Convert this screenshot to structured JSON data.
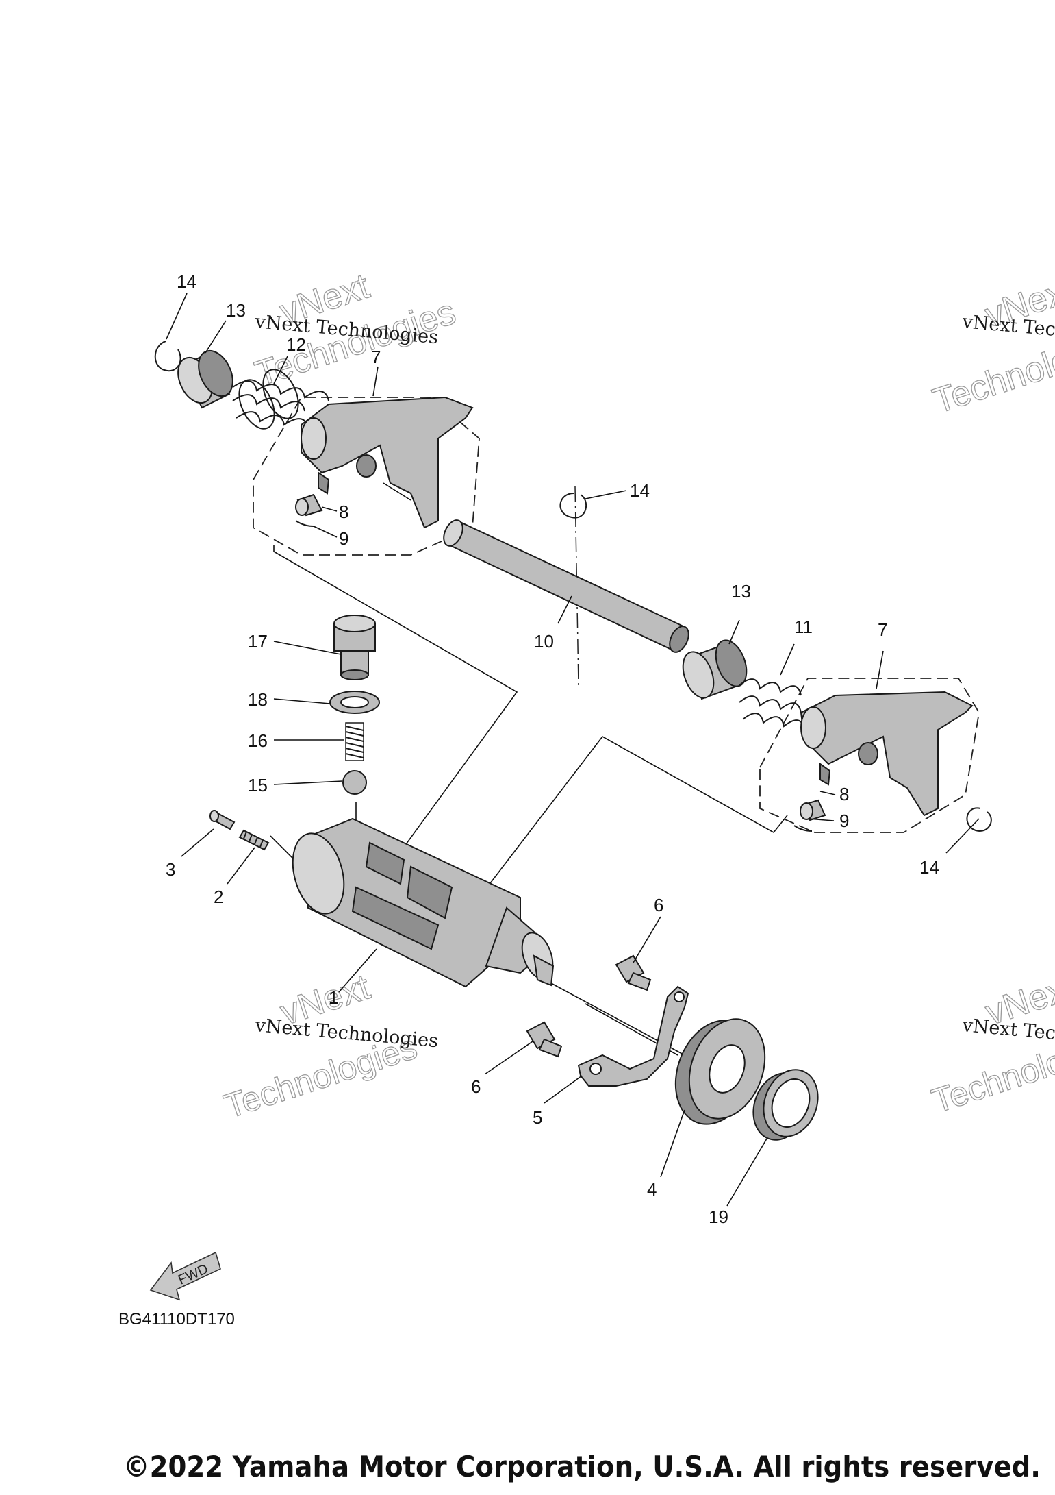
{
  "callouts": {
    "c1": "1",
    "c2": "2",
    "c3": "3",
    "c4": "4",
    "c5": "5",
    "c6a": "6",
    "c6b": "6",
    "c7a": "7",
    "c7b": "7",
    "c8a": "8",
    "c8b": "8",
    "c9a": "9",
    "c9b": "9",
    "c10": "10",
    "c11": "11",
    "c12": "12",
    "c13a": "13",
    "c13b": "13",
    "c14a": "14",
    "c14b": "14",
    "c14c": "14",
    "c15": "15",
    "c16": "16",
    "c17": "17",
    "c18": "18",
    "c19": "19"
  },
  "watermark": {
    "line1": "vNext",
    "line2": "Technologies",
    "line3": "vNext Technologies"
  },
  "fwd_label": "FWD",
  "diagram_code": "BG41110DT170",
  "copyright": "©2022 Yamaha Motor Corporation, U.S.A. All rights reserved.",
  "colors": {
    "part_fill": "#bdbdbd",
    "ink": "#111111",
    "watermark": "#9a9a9a"
  }
}
